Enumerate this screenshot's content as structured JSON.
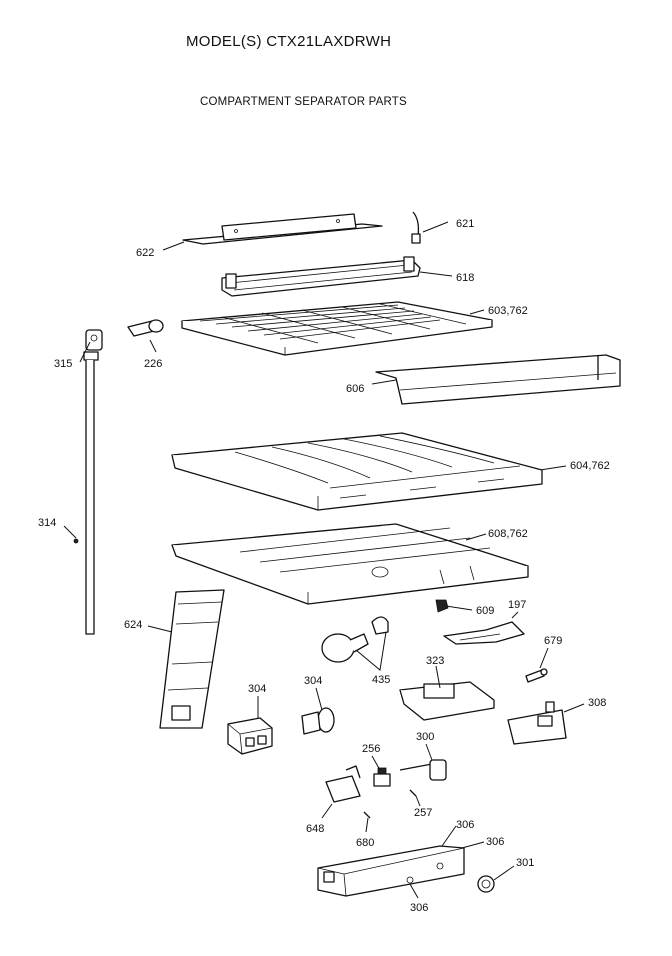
{
  "header": {
    "model_title": "MODEL(S) CTX21LAXDRWH",
    "section_title": "COMPARTMENT SEPARATOR PARTS"
  },
  "labels": {
    "p621": "621",
    "p622": "622",
    "p618": "618",
    "p603": "603,762",
    "p315": "315",
    "p226": "226",
    "p606": "606",
    "p604": "604,762",
    "p314": "314",
    "p608": "608,762",
    "p624": "624",
    "p609": "609",
    "p197": "197",
    "p679": "679",
    "p435": "435",
    "p323": "323",
    "p304a": "304",
    "p304b": "304",
    "p308": "308",
    "p256": "256",
    "p300": "300",
    "p257": "257",
    "p648": "648",
    "p680": "680",
    "p306a": "306",
    "p306b": "306",
    "p306c": "306",
    "p301": "301"
  }
}
